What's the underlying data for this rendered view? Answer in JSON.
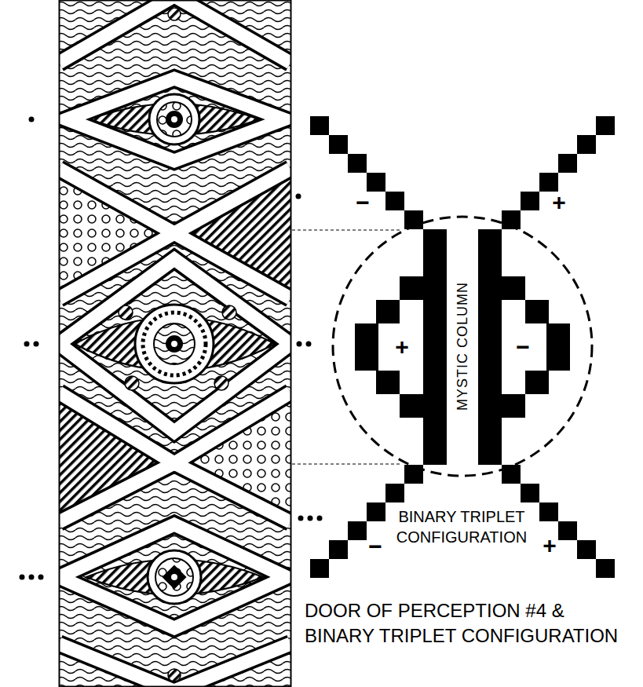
{
  "diagram": {
    "title": "DOOR OF PERCEPTION #4 & BINARY TRIPLET CONFIGURATION",
    "labels": [
      "−",
      "+",
      "+",
      "MYSTIC COLUMN",
      "−",
      "BINARY TRIPLET CONFIGURATION",
      "−",
      "+"
    ]
  }
}
